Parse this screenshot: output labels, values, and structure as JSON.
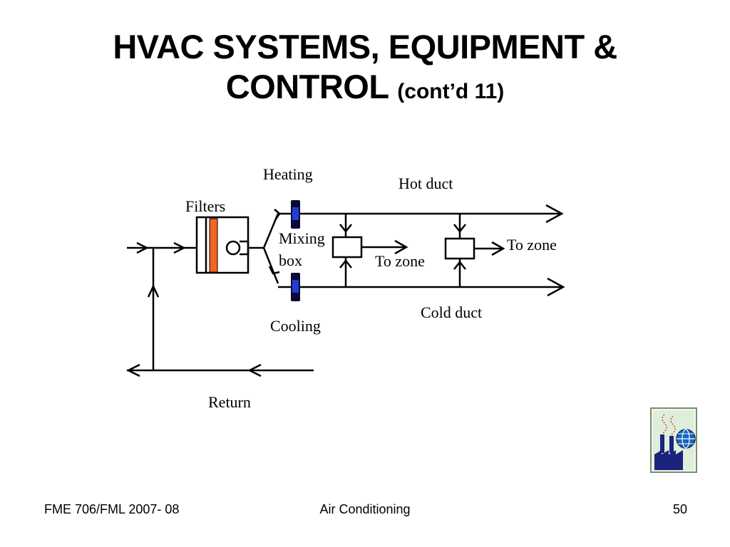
{
  "slide": {
    "title_main": "HVAC SYSTEMS, EQUIPMENT &",
    "title_line2": "CONTROL",
    "title_sub": "(cont’d 11)"
  },
  "diagram": {
    "labels": {
      "heating": "Heating",
      "hot_duct": "Hot duct",
      "filters": "Filters",
      "mixing": "Mixing",
      "box": "box",
      "to_zone_1": "To zone",
      "to_zone_2": "To zone",
      "cold_duct": "Cold duct",
      "cooling": "Cooling",
      "return": "Return"
    },
    "colors": {
      "filter": "#f26522",
      "coil": "#1f3fd1",
      "coil_frame": "#0a0a33",
      "line": "#000000"
    }
  },
  "footer": {
    "course": "FME 706/FML 2007- 08",
    "topic": "Air Conditioning",
    "page": "50"
  },
  "logo": {
    "icon": "factory-globe-logo-icon"
  }
}
